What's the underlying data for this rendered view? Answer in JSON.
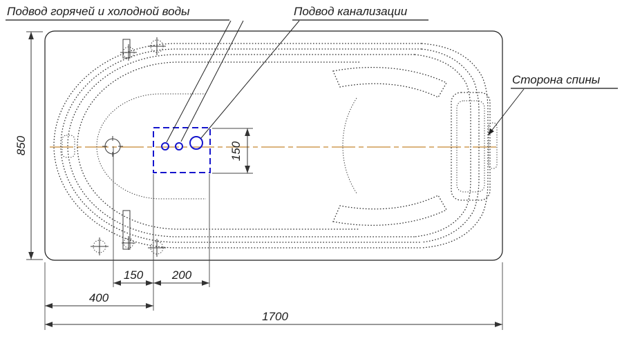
{
  "labels": {
    "water_supply": "Подвод горячей и холодной воды",
    "sewage": "Подвод канализации",
    "back_side": "Сторона спины"
  },
  "dimensions": {
    "tub_width": "850",
    "box_offset": "150",
    "drain_to_box": "150",
    "box_width": "200",
    "edge_to_box": "400",
    "tub_length": "1700"
  },
  "colors": {
    "accent": "#1414cc",
    "centerline": "#cf9a52",
    "ink": "#1c1c1c"
  }
}
